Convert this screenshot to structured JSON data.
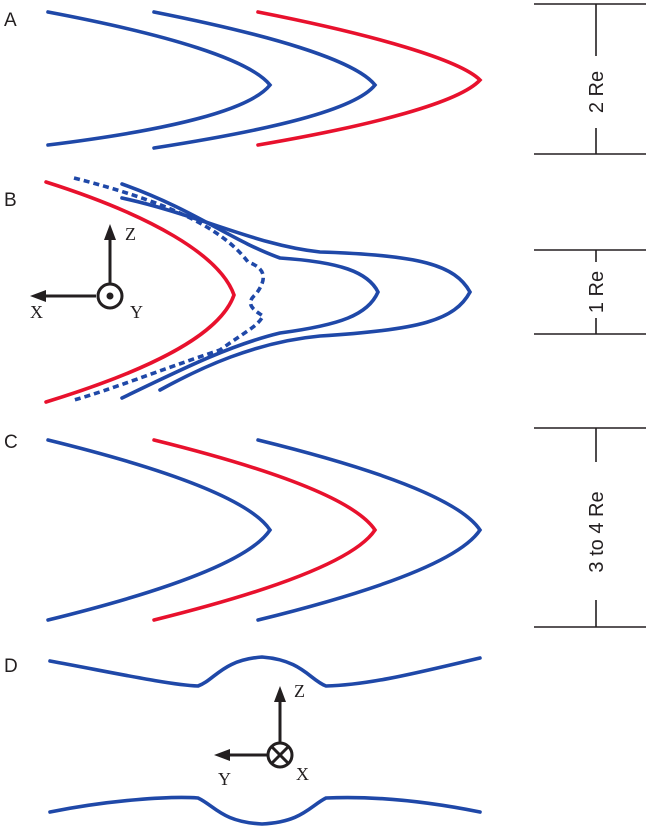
{
  "panels": [
    {
      "label": "A",
      "scale_label": "2 Re"
    },
    {
      "label": "B",
      "scale_label": "1 Re"
    },
    {
      "label": "C",
      "scale_label": "3 to 4 Re"
    },
    {
      "label": "D"
    }
  ],
  "axes_b": {
    "z": "Z",
    "x": "X",
    "y": "Y"
  },
  "axes_d": {
    "z": "Z",
    "x": "X",
    "y": "Y"
  },
  "colors": {
    "blue": "#1f48a8",
    "red": "#e8112d",
    "ink": "#231f20"
  }
}
